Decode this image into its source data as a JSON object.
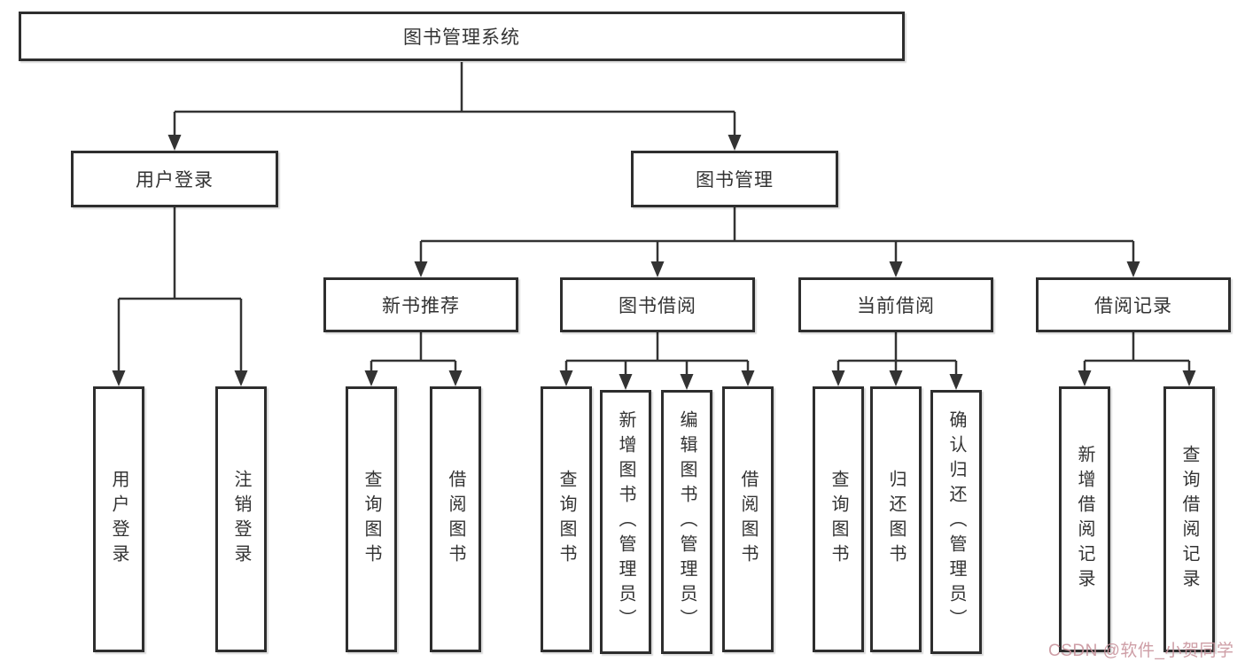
{
  "diagram": {
    "root": {
      "label": "图书管理系统"
    },
    "level2": [
      {
        "label": "用户登录"
      },
      {
        "label": "图书管理"
      }
    ],
    "level3": [
      {
        "label": "新书推荐"
      },
      {
        "label": "图书借阅"
      },
      {
        "label": "当前借阅"
      },
      {
        "label": "借阅记录"
      }
    ],
    "leaves": {
      "user_login": [
        {
          "label": "用户登录"
        },
        {
          "label": "注销登录"
        }
      ],
      "new_book": [
        {
          "label": "查询图书"
        },
        {
          "label": "借阅图书"
        }
      ],
      "borrowing": [
        {
          "label": "查询图书"
        },
        {
          "label": "新增图书（管理员）"
        },
        {
          "label": "编辑图书（管理员）"
        },
        {
          "label": "借阅图书"
        }
      ],
      "current": [
        {
          "label": "查询图书"
        },
        {
          "label": "归还图书"
        },
        {
          "label": "确认归还（管理员）"
        }
      ],
      "records": [
        {
          "label": "新增借阅记录"
        },
        {
          "label": "查询借阅记录"
        }
      ]
    },
    "line_color": "#333333"
  },
  "watermark": {
    "text": "CSDN @软件_小贺同学"
  }
}
